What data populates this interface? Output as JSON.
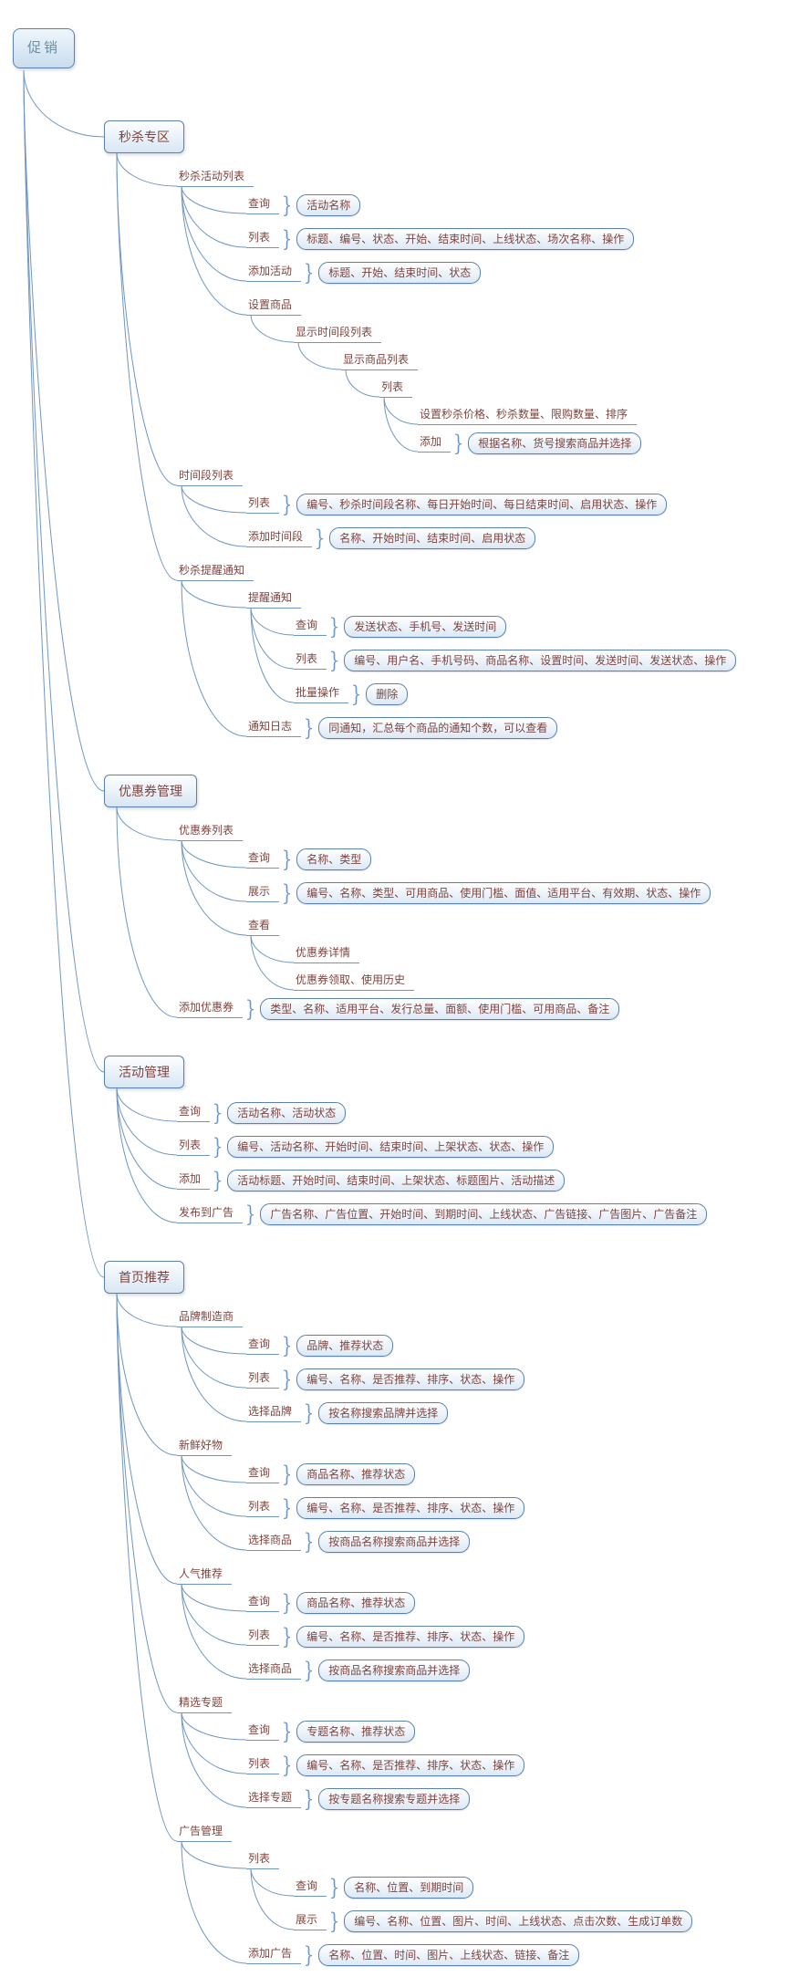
{
  "colors": {
    "line": "#6f96c2",
    "node_border": "#5a82ad",
    "text": "#7d4540",
    "root_text": "#6b8fa3",
    "canvas_background": "#ffffff"
  },
  "mindmap": {
    "label": "促销",
    "children": [
      {
        "label": "秒杀专区",
        "children": [
          {
            "label": "秒杀活动列表",
            "children": [
              {
                "label": "查询",
                "detail": "活动名称"
              },
              {
                "label": "列表",
                "detail": "标题、编号、状态、开始、结束时间、上线状态、场次名称、操作"
              },
              {
                "label": "添加活动",
                "detail": "标题、开始、结束时间、状态"
              },
              {
                "label": "设置商品",
                "children": [
                  {
                    "label": "显示时间段列表",
                    "children": [
                      {
                        "label": "显示商品列表",
                        "children": [
                          {
                            "label": "列表",
                            "children": [
                              {
                                "label": "设置秒杀价格、秒杀数量、限购数量、排序"
                              },
                              {
                                "label": "添加",
                                "detail": "根据名称、货号搜索商品并选择"
                              }
                            ]
                          }
                        ]
                      }
                    ]
                  }
                ]
              }
            ]
          },
          {
            "label": "时间段列表",
            "children": [
              {
                "label": "列表",
                "detail": "编号、秒杀时间段名称、每日开始时间、每日结束时间、启用状态、操作"
              },
              {
                "label": "添加时间段",
                "detail": "名称、开始时间、结束时间、启用状态"
              }
            ]
          },
          {
            "label": "秒杀提醒通知",
            "children": [
              {
                "label": "提醒通知",
                "children": [
                  {
                    "label": "查询",
                    "detail": "发送状态、手机号、发送时间"
                  },
                  {
                    "label": "列表",
                    "detail": "编号、用户名、手机号码、商品名称、设置时间、发送时间、发送状态、操作"
                  },
                  {
                    "label": "批量操作",
                    "detail": "删除"
                  }
                ]
              },
              {
                "label": "通知日志",
                "detail": "同通知，汇总每个商品的通知个数，可以查看"
              }
            ]
          }
        ]
      },
      {
        "label": "优惠券管理",
        "children": [
          {
            "label": "优惠券列表",
            "children": [
              {
                "label": "查询",
                "detail": "名称、类型"
              },
              {
                "label": "展示",
                "detail": "编号、名称、类型、可用商品、使用门槛、面值、适用平台、有效期、状态、操作"
              },
              {
                "label": "查看",
                "children": [
                  {
                    "label": "优惠券详情"
                  },
                  {
                    "label": "优惠券领取、使用历史"
                  }
                ]
              }
            ]
          },
          {
            "label": "添加优惠券",
            "detail": "类型、名称、适用平台、发行总量、面额、使用门槛、可用商品、备注"
          }
        ]
      },
      {
        "label": "活动管理",
        "children": [
          {
            "label": "查询",
            "detail": "活动名称、活动状态"
          },
          {
            "label": "列表",
            "detail": "编号、活动名称、开始时间、结束时间、上架状态、状态、操作"
          },
          {
            "label": "添加",
            "detail": "活动标题、开始时间、结束时间、上架状态、标题图片、活动描述"
          },
          {
            "label": "发布到广告",
            "detail": "广告名称、广告位置、开始时间、到期时间、上线状态、广告链接、广告图片、广告备注"
          }
        ]
      },
      {
        "label": "首页推荐",
        "children": [
          {
            "label": "品牌制造商",
            "children": [
              {
                "label": "查询",
                "detail": "品牌、推荐状态"
              },
              {
                "label": "列表",
                "detail": "编号、名称、是否推荐、排序、状态、操作"
              },
              {
                "label": "选择品牌",
                "detail": "按名称搜索品牌并选择"
              }
            ]
          },
          {
            "label": "新鲜好物",
            "children": [
              {
                "label": "查询",
                "detail": "商品名称、推荐状态"
              },
              {
                "label": "列表",
                "detail": "编号、名称、是否推荐、排序、状态、操作"
              },
              {
                "label": "选择商品",
                "detail": "按商品名称搜索商品并选择"
              }
            ]
          },
          {
            "label": "人气推荐",
            "children": [
              {
                "label": "查询",
                "detail": "商品名称、推荐状态"
              },
              {
                "label": "列表",
                "detail": "编号、名称、是否推荐、排序、状态、操作"
              },
              {
                "label": "选择商品",
                "detail": "按商品名称搜索商品并选择"
              }
            ]
          },
          {
            "label": "精选专题",
            "children": [
              {
                "label": "查询",
                "detail": "专题名称、推荐状态"
              },
              {
                "label": "列表",
                "detail": "编号、名称、是否推荐、排序、状态、操作"
              },
              {
                "label": "选择专题",
                "detail": "按专题名称搜索专题并选择"
              }
            ]
          },
          {
            "label": "广告管理",
            "children": [
              {
                "label": "列表",
                "children": [
                  {
                    "label": "查询",
                    "detail": "名称、位置、到期时间"
                  },
                  {
                    "label": "展示",
                    "detail": "编号、名称、位置、图片、时间、上线状态、点击次数、生成订单数"
                  }
                ]
              },
              {
                "label": "添加广告",
                "detail": "名称、位置、时间、图片、上线状态、链接、备注"
              }
            ]
          }
        ]
      }
    ]
  }
}
